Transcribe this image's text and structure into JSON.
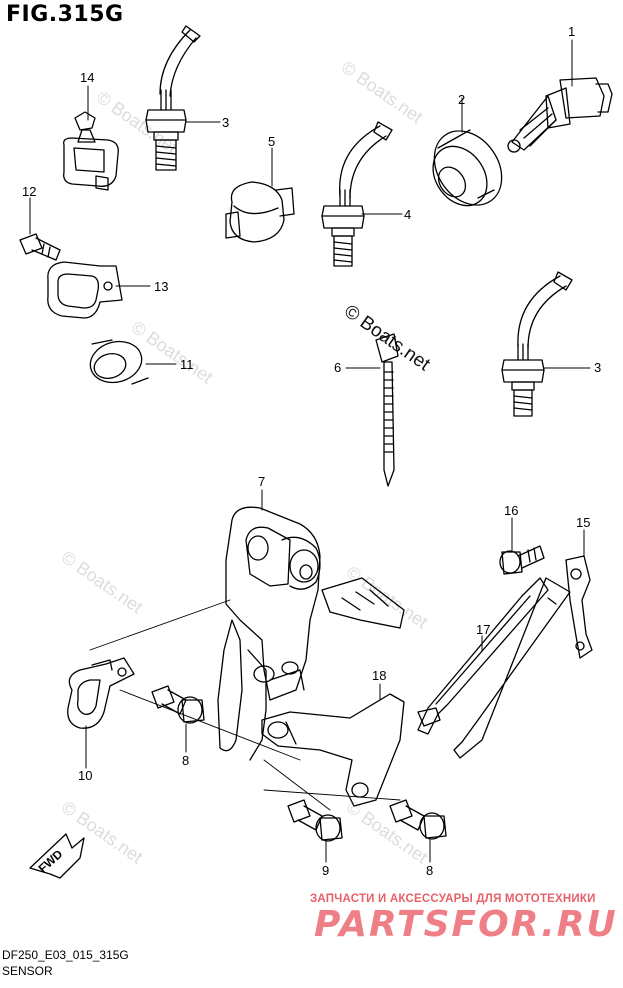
{
  "figure": {
    "title": "FIG.315G"
  },
  "footer": {
    "code": "DF250_E03_015_315G",
    "section": "SENSOR"
  },
  "watermark": {
    "text": "© Boats.net"
  },
  "shop": {
    "tagline": "ЗАПЧАСТИ И АКСЕССУАРЫ ДЛЯ МОТОТЕХНИКИ",
    "logo_text": "PARTSFOR.RU"
  },
  "direction": {
    "label": "FWD"
  },
  "callouts": [
    {
      "id": "c1",
      "label": "1"
    },
    {
      "id": "c2",
      "label": "2"
    },
    {
      "id": "c3a",
      "label": "3"
    },
    {
      "id": "c3b",
      "label": "3"
    },
    {
      "id": "c4",
      "label": "4"
    },
    {
      "id": "c5",
      "label": "5"
    },
    {
      "id": "c6",
      "label": "6"
    },
    {
      "id": "c7",
      "label": "7"
    },
    {
      "id": "c8a",
      "label": "8"
    },
    {
      "id": "c8b",
      "label": "8"
    },
    {
      "id": "c9",
      "label": "9"
    },
    {
      "id": "c10",
      "label": "10"
    },
    {
      "id": "c11",
      "label": "11"
    },
    {
      "id": "c12",
      "label": "12"
    },
    {
      "id": "c13",
      "label": "13"
    },
    {
      "id": "c14",
      "label": "14"
    },
    {
      "id": "c15",
      "label": "15"
    },
    {
      "id": "c16",
      "label": "16"
    },
    {
      "id": "c17",
      "label": "17"
    },
    {
      "id": "c18",
      "label": "18"
    }
  ],
  "colors": {
    "line": "#000000",
    "watermark": "#dcdcdc",
    "shop_tagline": "#e8606a",
    "shop_logo": "#ef7f86"
  }
}
